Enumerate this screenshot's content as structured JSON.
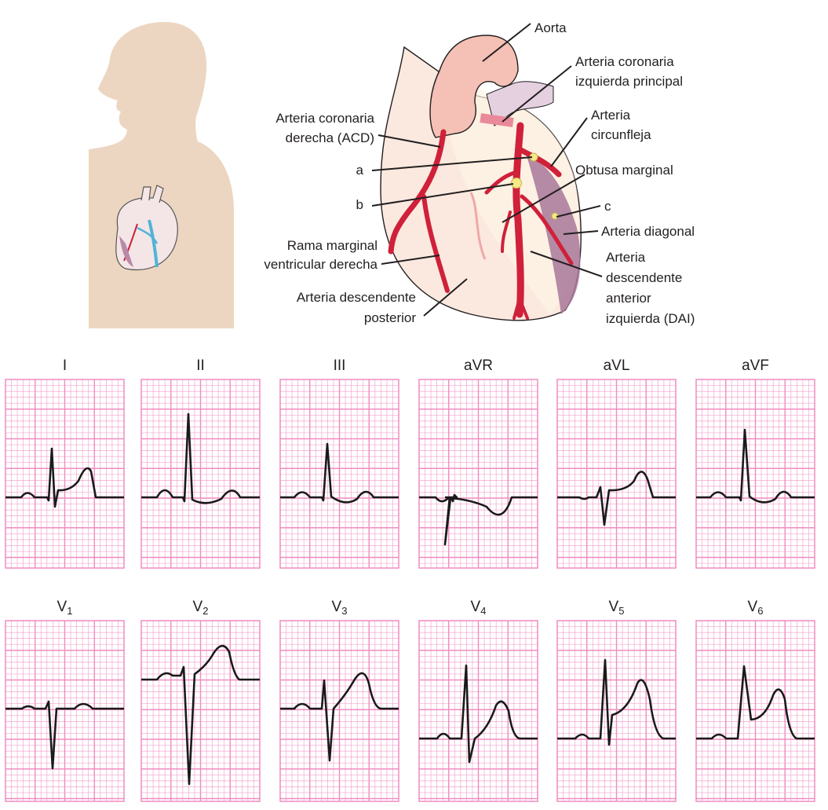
{
  "colors": {
    "grid": "#f08cc0",
    "skin": "#ecd6c1",
    "artery": "#d0203a",
    "ischemia": "#a8789a",
    "occlusion": "#f4e98a"
  },
  "anatomy_labels": {
    "aorta": "Aorta",
    "aci_1": "Arteria coronaria",
    "aci_2": "izquierda principal",
    "circ_1": "Arteria",
    "circ_2": "circunfleja",
    "obtusa": "Obtusa marginal",
    "c": "c",
    "diagonal": "Arteria diagonal",
    "dai_1": "Arteria",
    "dai_2": "descendente",
    "dai_3": "anterior",
    "dai_4": "izquierda (DAI)",
    "acd_1": "Arteria coronaria",
    "acd_2": "derecha (ACD)",
    "a": "a",
    "b": "b",
    "rama_1": "Rama marginal",
    "rama_2": "ventricular derecha",
    "post_1": "Arteria descendente",
    "post_2": "posterior"
  },
  "leads_row1": [
    "I",
    "II",
    "III",
    "aVR",
    "aVL",
    "aVF"
  ],
  "leads_row2": [
    {
      "base": "V",
      "sub": "1"
    },
    {
      "base": "V",
      "sub": "2"
    },
    {
      "base": "V",
      "sub": "3"
    },
    {
      "base": "V",
      "sub": "4"
    },
    {
      "base": "V",
      "sub": "5"
    },
    {
      "base": "V",
      "sub": "6"
    }
  ]
}
